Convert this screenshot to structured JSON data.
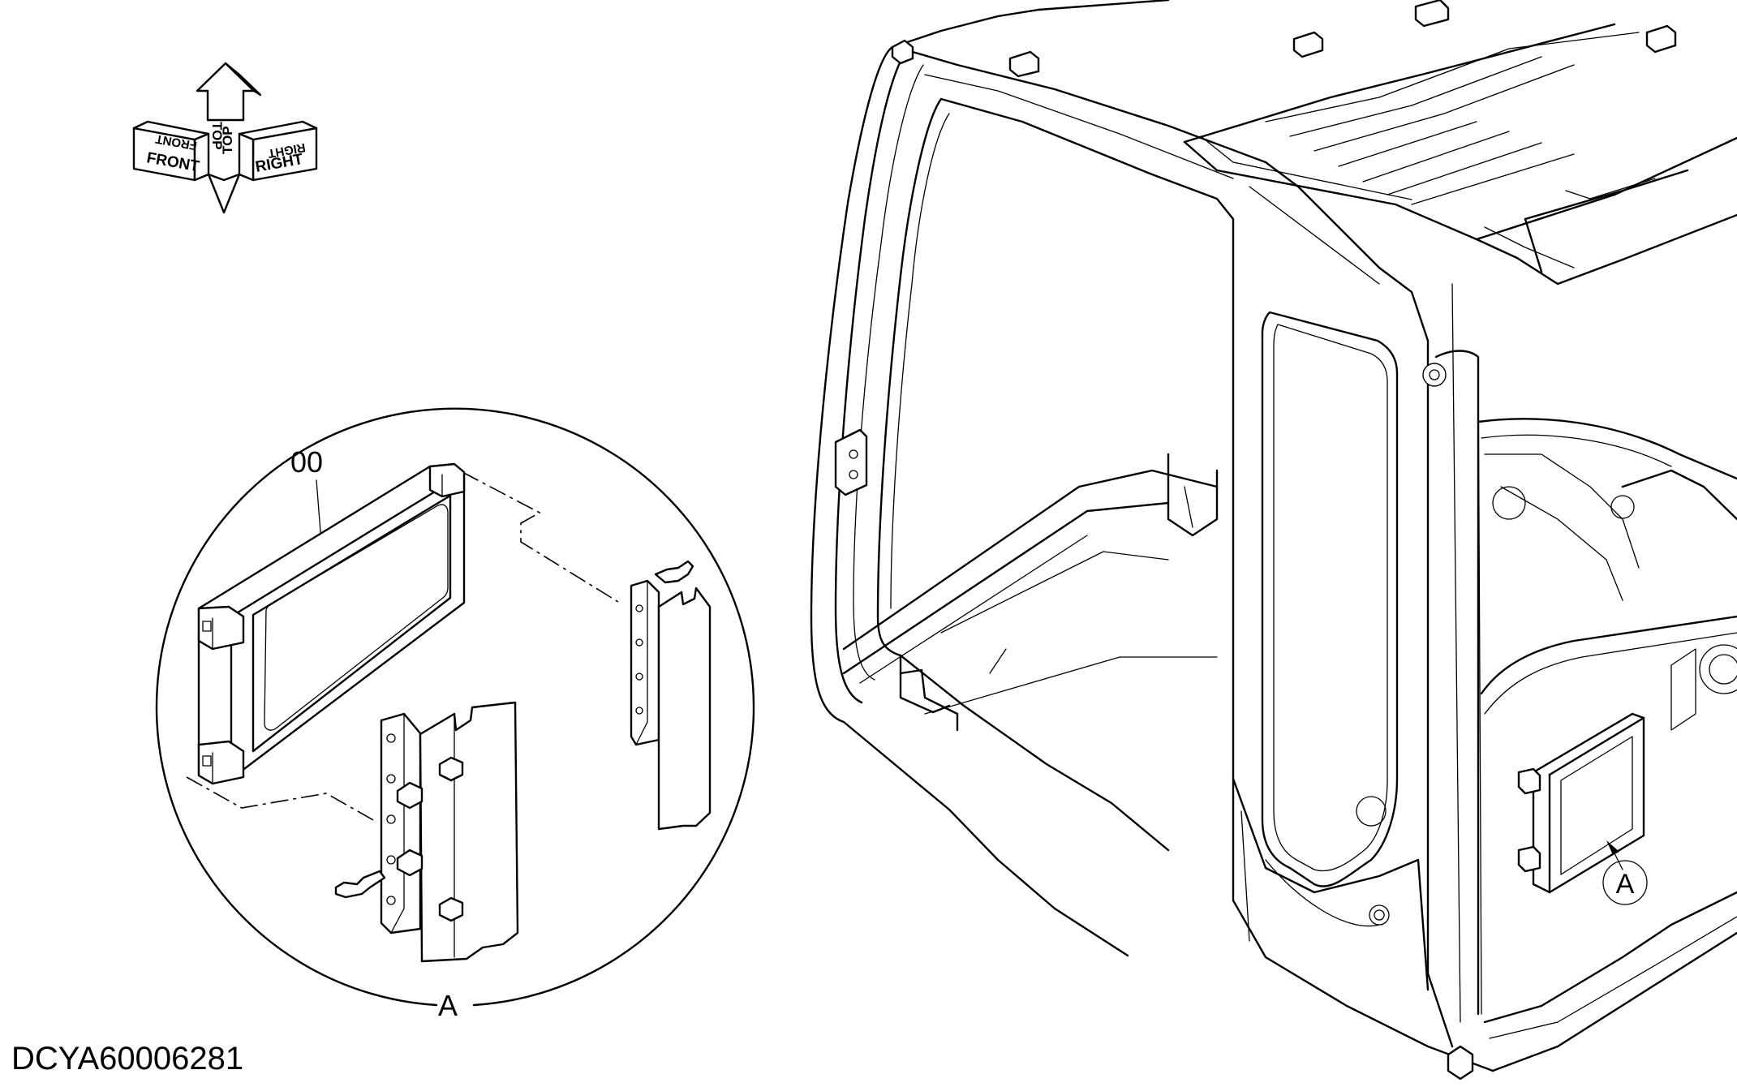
{
  "drawing": {
    "id": "DCYA60006281",
    "part_number": "00",
    "detail_label": "A",
    "callout_label": "A"
  },
  "orientation": {
    "front": "FRONT",
    "top": "TOP",
    "right": "RIGHT"
  }
}
